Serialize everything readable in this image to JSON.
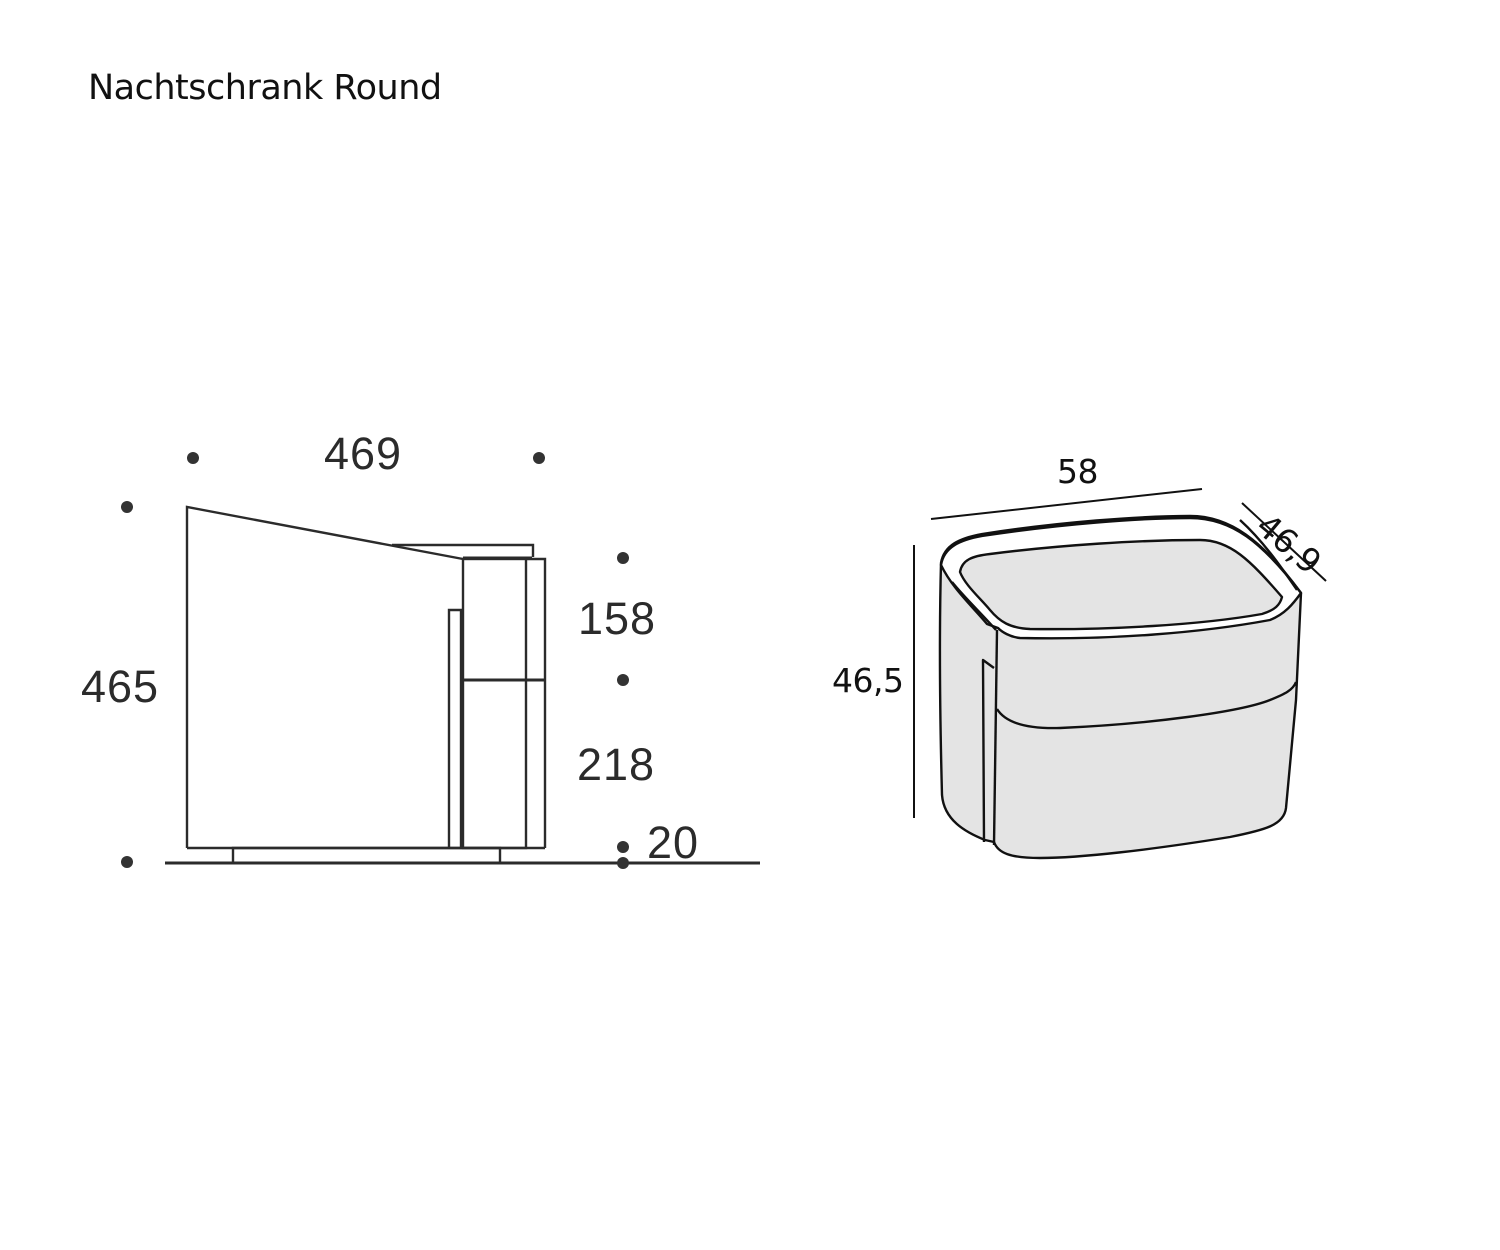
{
  "title": "Nachtschrank Round",
  "colors": {
    "line": "#2b2b2b",
    "dot": "#333333",
    "fill_perspective": "#e4e4e4",
    "background": "#ffffff"
  },
  "side_view": {
    "units": "mm",
    "dimensions": {
      "width": "469",
      "height": "465",
      "drawer_top": "158",
      "drawer_bottom": "218",
      "plinth": "20"
    }
  },
  "perspective_view": {
    "units": "cm",
    "dimensions": {
      "width": "58",
      "depth": "46,9",
      "height": "46,5"
    }
  }
}
